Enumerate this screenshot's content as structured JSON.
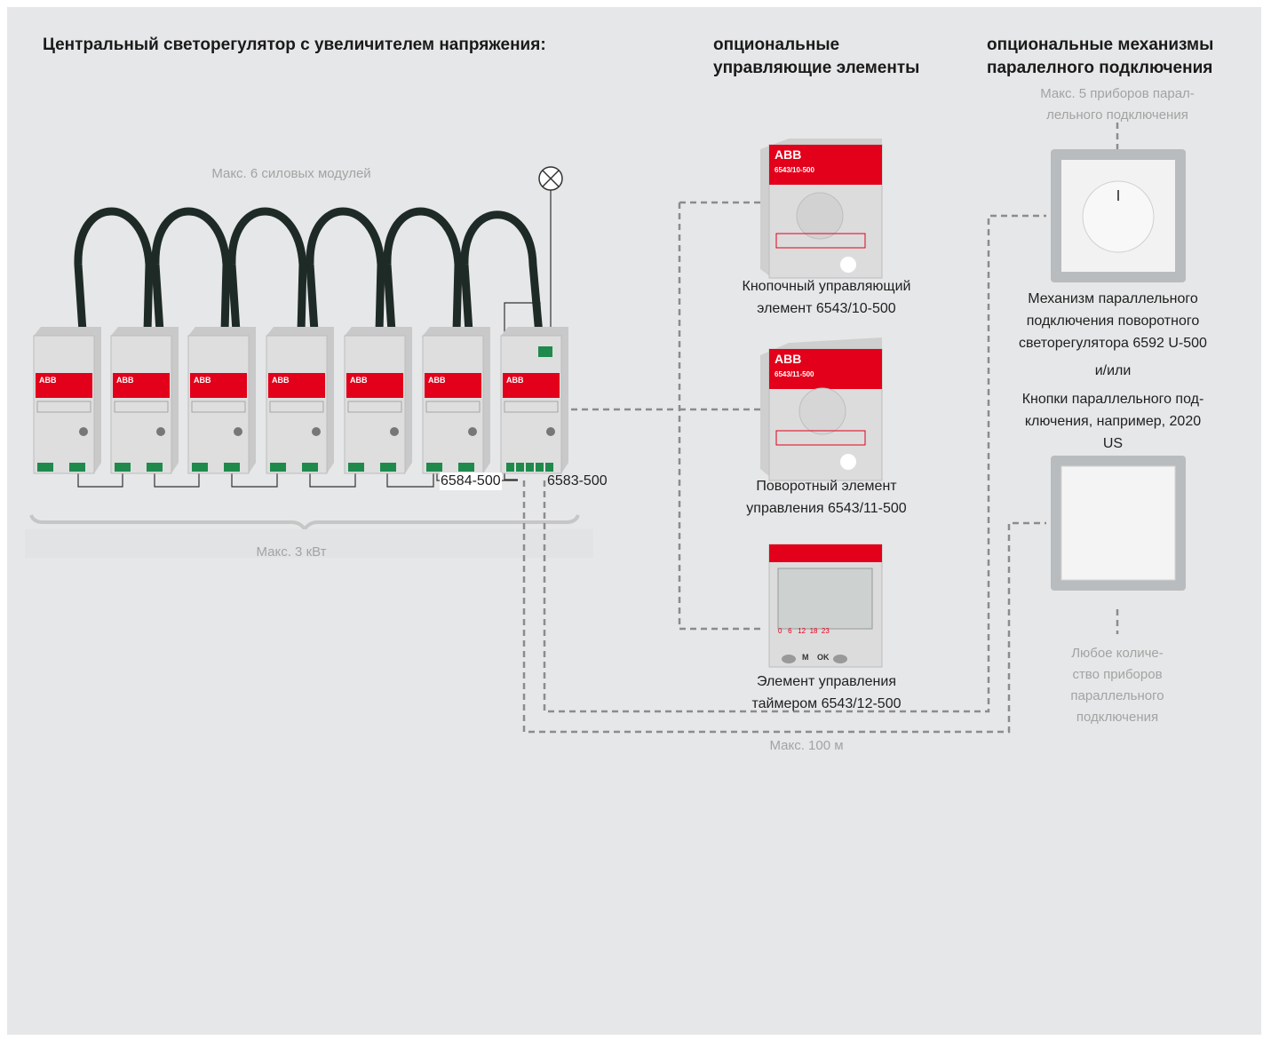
{
  "headers": {
    "central": "Центральный светорегулятор с увеличителем напряжения:",
    "optional_controls_line1": "опциональные",
    "optional_controls_line2": "управляющие элементы",
    "optional_parallel_line1": "опциональные механизмы",
    "optional_parallel_line2": "паралелного подключения"
  },
  "notes": {
    "max_parallel_line1": "Макс. 5 приборов парал-",
    "max_parallel_line2": "лельного подключения",
    "max_power_modules": "Макс. 6 силовых модулей",
    "max_power": "Макс. 3 кВт",
    "max_distance": "Макс. 100 м",
    "any_count_line1": "Любое количе-",
    "any_count_line2": "ство приборов",
    "any_count_line3": "параллельного",
    "any_count_line4": "подключения"
  },
  "modules": {
    "brand": "ABB",
    "power_module_code": "6584-500",
    "central_unit_code": "6583-500"
  },
  "controls": {
    "push_line1": "Кнопочный управляющий",
    "push_line2": "элемент 6543/10-500",
    "push_device_code": "6543/10-500",
    "rotary_line1": "Поворотный элемент",
    "rotary_line2": "управления 6543/11-500",
    "rotary_device_code": "6543/11-500",
    "timer_line1": "Элемент управления",
    "timer_line2": "таймером 6543/12-500",
    "timer_scale": "0   6   12  18  23",
    "timer_btn_m": "M",
    "timer_btn_ok": "OK"
  },
  "parallel": {
    "rotary_line1": "Механизм параллельного",
    "rotary_line2": "подключения поворотного",
    "rotary_line3": "светорегулятора 6592 U-500",
    "and_or": "и/или",
    "buttons_line1": "Кнопки параллельного под-",
    "buttons_line2": "ключения, например, 2020",
    "buttons_line3": "US"
  },
  "colors": {
    "background": "#e6e7e8",
    "abb_red": "#e2001a",
    "module_grey": "#dcdcdc",
    "terminal_green": "#1f8a4c",
    "cable": "#1e2a26",
    "dash": "#8c8c8c"
  }
}
